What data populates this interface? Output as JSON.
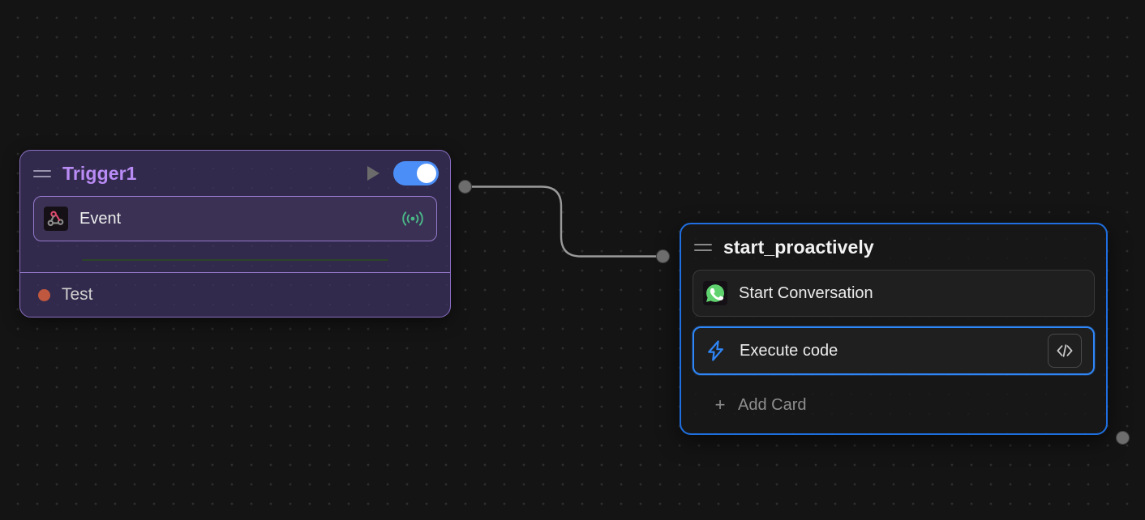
{
  "canvas": {
    "background_color": "#141414",
    "dot_color": "#2e2e2e"
  },
  "nodes": [
    {
      "id": "trigger",
      "title": "Trigger1",
      "accent_color": "#b98bf5",
      "border_color": "#9478cb",
      "background_color": "#322a4c",
      "header": {
        "drag_handle_icon": "drag-handle-icon",
        "run_icon": "play-icon",
        "toggle": {
          "state": "on",
          "color": "#4b8ef7"
        }
      },
      "cards": [
        {
          "label": "Event",
          "leading_icon": "webhook-icon",
          "trailing_icon": "broadcast-icon",
          "trailing_icon_color": "#4bb887"
        }
      ],
      "footer": {
        "status_label": "Test",
        "status_color": "#c0583f"
      }
    },
    {
      "id": "start_proactively",
      "title": "start_proactively",
      "border_color": "#1f6fe0",
      "background_color": "#171717",
      "header": {
        "drag_handle_icon": "drag-handle-icon"
      },
      "cards": [
        {
          "label": "Start Conversation",
          "leading_icon": "whatsapp-icon",
          "selected": false
        },
        {
          "label": "Execute code",
          "leading_icon": "lightning-bolt-icon",
          "trailing_icon": "code-brackets-icon",
          "selected": true,
          "selected_color": "#2f86f7"
        }
      ],
      "add_card": {
        "label": "Add Card",
        "plus_glyph": "+"
      }
    }
  ],
  "edges": [
    {
      "id": "trigger-to-start",
      "from": "trigger-output-port",
      "to": "start-input-port",
      "color": "#9a9a9a"
    }
  ],
  "ports": [
    {
      "id": "trigger-output-port",
      "type": "output",
      "color": "#6d6d6d"
    },
    {
      "id": "start-input-port",
      "type": "input",
      "color": "#6d6d6d"
    },
    {
      "id": "start-output-port",
      "type": "output",
      "color": "#6d6d6d"
    }
  ]
}
